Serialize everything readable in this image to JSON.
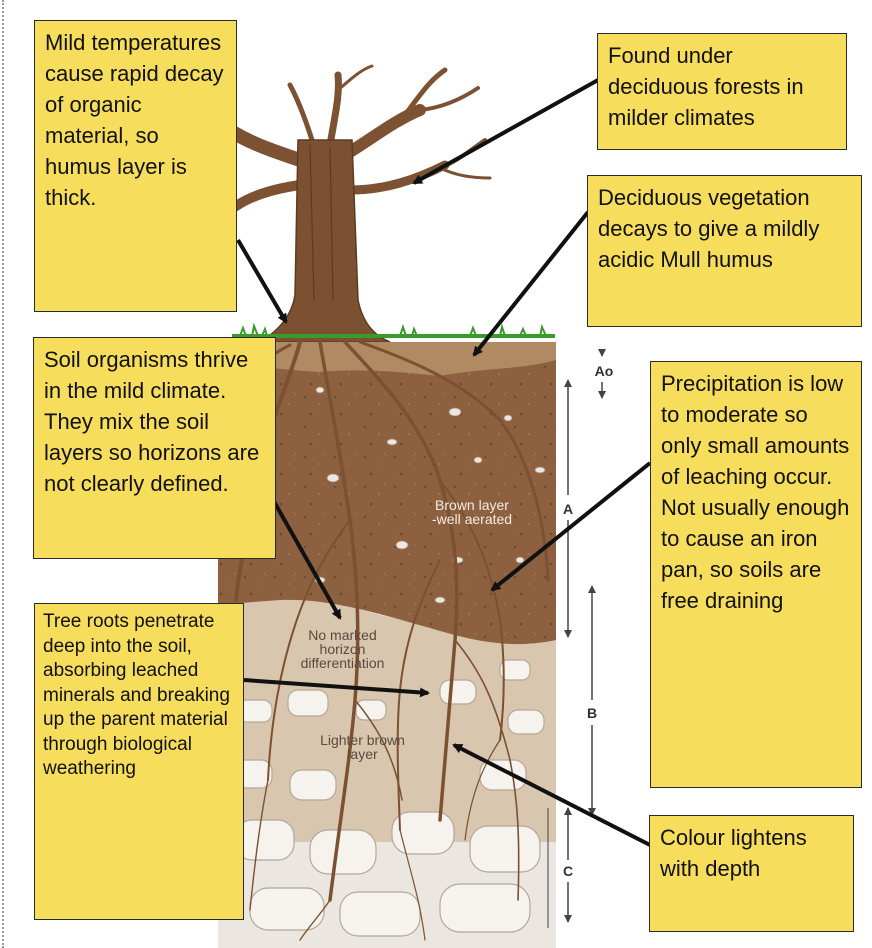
{
  "callouts": {
    "mild_temperatures": "Mild temperatures cause rapid decay of organic material, so humus layer is thick.",
    "deciduous_forests": "Found under deciduous forests in milder climates",
    "deciduous_vegetation": "Deciduous vegetation decays to give a mildly acidic Mull humus",
    "soil_organisms": "Soil organisms thrive in the mild climate.  They mix the soil layers so horizons are not clearly defined.",
    "precipitation": "Precipitation is low to moderate so only small amounts of leaching occur. Not usually enough to cause an iron pan, so soils are free draining",
    "tree_roots": "Tree roots penetrate deep into the soil, absorbing leached minerals and breaking up the parent material through biological weathering",
    "colour": "Colour lightens with depth"
  },
  "soil_labels": {
    "brown_layer_1": "Brown layer",
    "brown_layer_2": "-well aerated",
    "no_marked_1": "No marked",
    "no_marked_2": "horizon",
    "no_marked_3": "differentiation",
    "lighter_1": "Lighter brown",
    "lighter_2": "layer"
  },
  "horizons": {
    "ao": "Ao",
    "a": "A",
    "b": "B",
    "c": "C"
  },
  "colors": {
    "callout_fill": "#f7dd5c",
    "brown_soil": "#8a5c3a",
    "light_soil": "#d8c6ae",
    "parent_material": "#ebe6e0"
  }
}
